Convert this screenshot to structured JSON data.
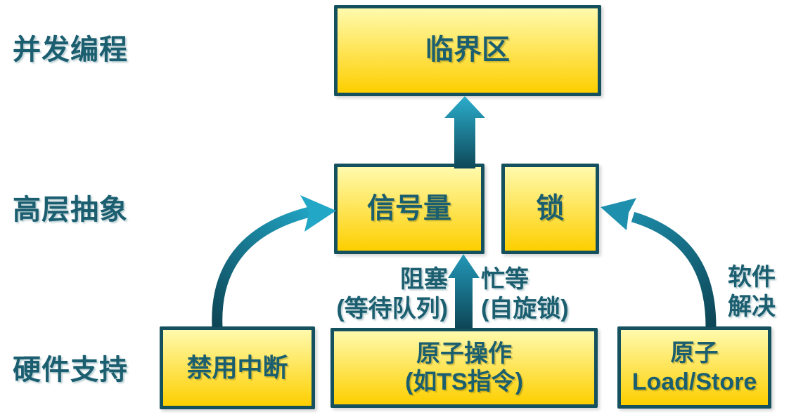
{
  "diagram": {
    "row_labels": {
      "concurrency": "并发编程",
      "abstraction": "高层抽象",
      "hardware": "硬件支持"
    },
    "boxes": {
      "critical_section": "临界区",
      "semaphore": "信号量",
      "lock": "锁",
      "disable_interrupts": "禁用中断",
      "atomic_operation_line1": "原子操作",
      "atomic_operation_line2": "(如TS指令)",
      "atomic_load_store_line1": "原子",
      "atomic_load_store_line2": "Load/Store"
    },
    "arrow_labels": {
      "blocking_line1": "阻塞",
      "blocking_line2": "(等待队列)",
      "busy_wait_line1": "忙等",
      "busy_wait_line2": "(自旋锁)",
      "software_line1": "软件",
      "software_line2": "解决"
    }
  },
  "colors": {
    "canvas_bg": "#ffffff",
    "text_teal": "#1a5e6f",
    "box_border": "#15505f",
    "box_top": "#fffaad",
    "box_bottom": "#fdcf00",
    "arrow_dark": "#0d4656",
    "arrow_light": "#2baccb"
  }
}
